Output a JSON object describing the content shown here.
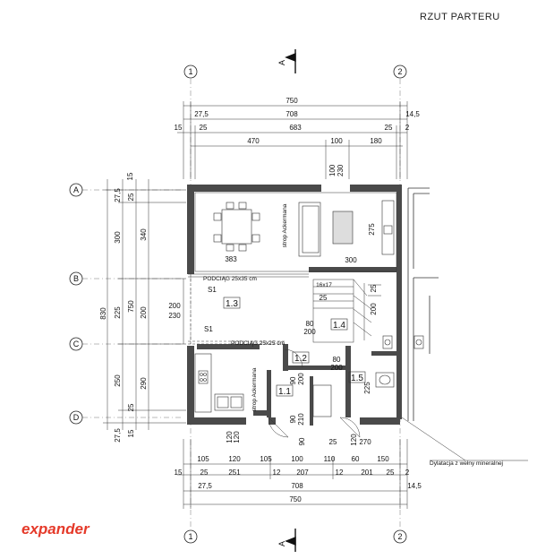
{
  "title": "RZUT PARTERU",
  "logo": "expander",
  "section_label": "A",
  "axes": {
    "col1": "1",
    "col2": "2",
    "rowA": "A",
    "rowB": "B",
    "rowC": "C",
    "rowD": "D"
  },
  "top_dims": {
    "overall": "750",
    "row2": [
      "27,5",
      "708",
      "14,5"
    ],
    "row3": [
      "15",
      "25",
      "683",
      "25",
      "2"
    ],
    "row4": [
      "470",
      "100",
      "180"
    ],
    "vertical": [
      "100",
      "230"
    ]
  },
  "bottom_dims": {
    "row1": [
      "105",
      "120",
      "105",
      "100",
      "110",
      "60",
      "150"
    ],
    "row2": [
      "15",
      "25",
      "251",
      "12",
      "207",
      "12",
      "201",
      "25",
      "2"
    ],
    "row3": [
      "27,5",
      "708",
      "14,5"
    ],
    "overall": "750"
  },
  "left_dims": {
    "outer": "830",
    "col2": [
      "27,5",
      "300",
      "225",
      "250",
      "27,5"
    ],
    "col3": [
      "25",
      "750",
      "25"
    ],
    "col4": [
      "15",
      "340",
      "200",
      "290",
      "15"
    ],
    "inner": [
      "200",
      "230"
    ]
  },
  "labels": {
    "strop1": "strop Ackermana",
    "strop2": "strop Ackermana",
    "podciag1": "PODCIĄG 25x35 cm",
    "podciag2": "PODCIĄG 25x25 cm",
    "s1a": "S1",
    "s1b": "S1",
    "dylatacja": "Dylatacja z wełny mineralnej"
  },
  "rooms": {
    "r13": "1.3",
    "r14": "1.4",
    "r12": "1.2",
    "r15": "1.5",
    "r11": "1.1"
  },
  "interior_dims": {
    "d383": "383",
    "d275": "275",
    "d300": "300",
    "stairs": "16x17",
    "d25a": "25",
    "d25b": "25",
    "d200a": "200",
    "d80a": "80",
    "d200b": "200",
    "d80b": "80",
    "d200c": "200",
    "d90a": "90",
    "d200d": "200",
    "d225": "225",
    "d120a": "120",
    "d90b": "90",
    "d210": "210",
    "d25c": "25",
    "d270": "270",
    "d90c": "90",
    "d120b": "120",
    "d120c": "120"
  }
}
